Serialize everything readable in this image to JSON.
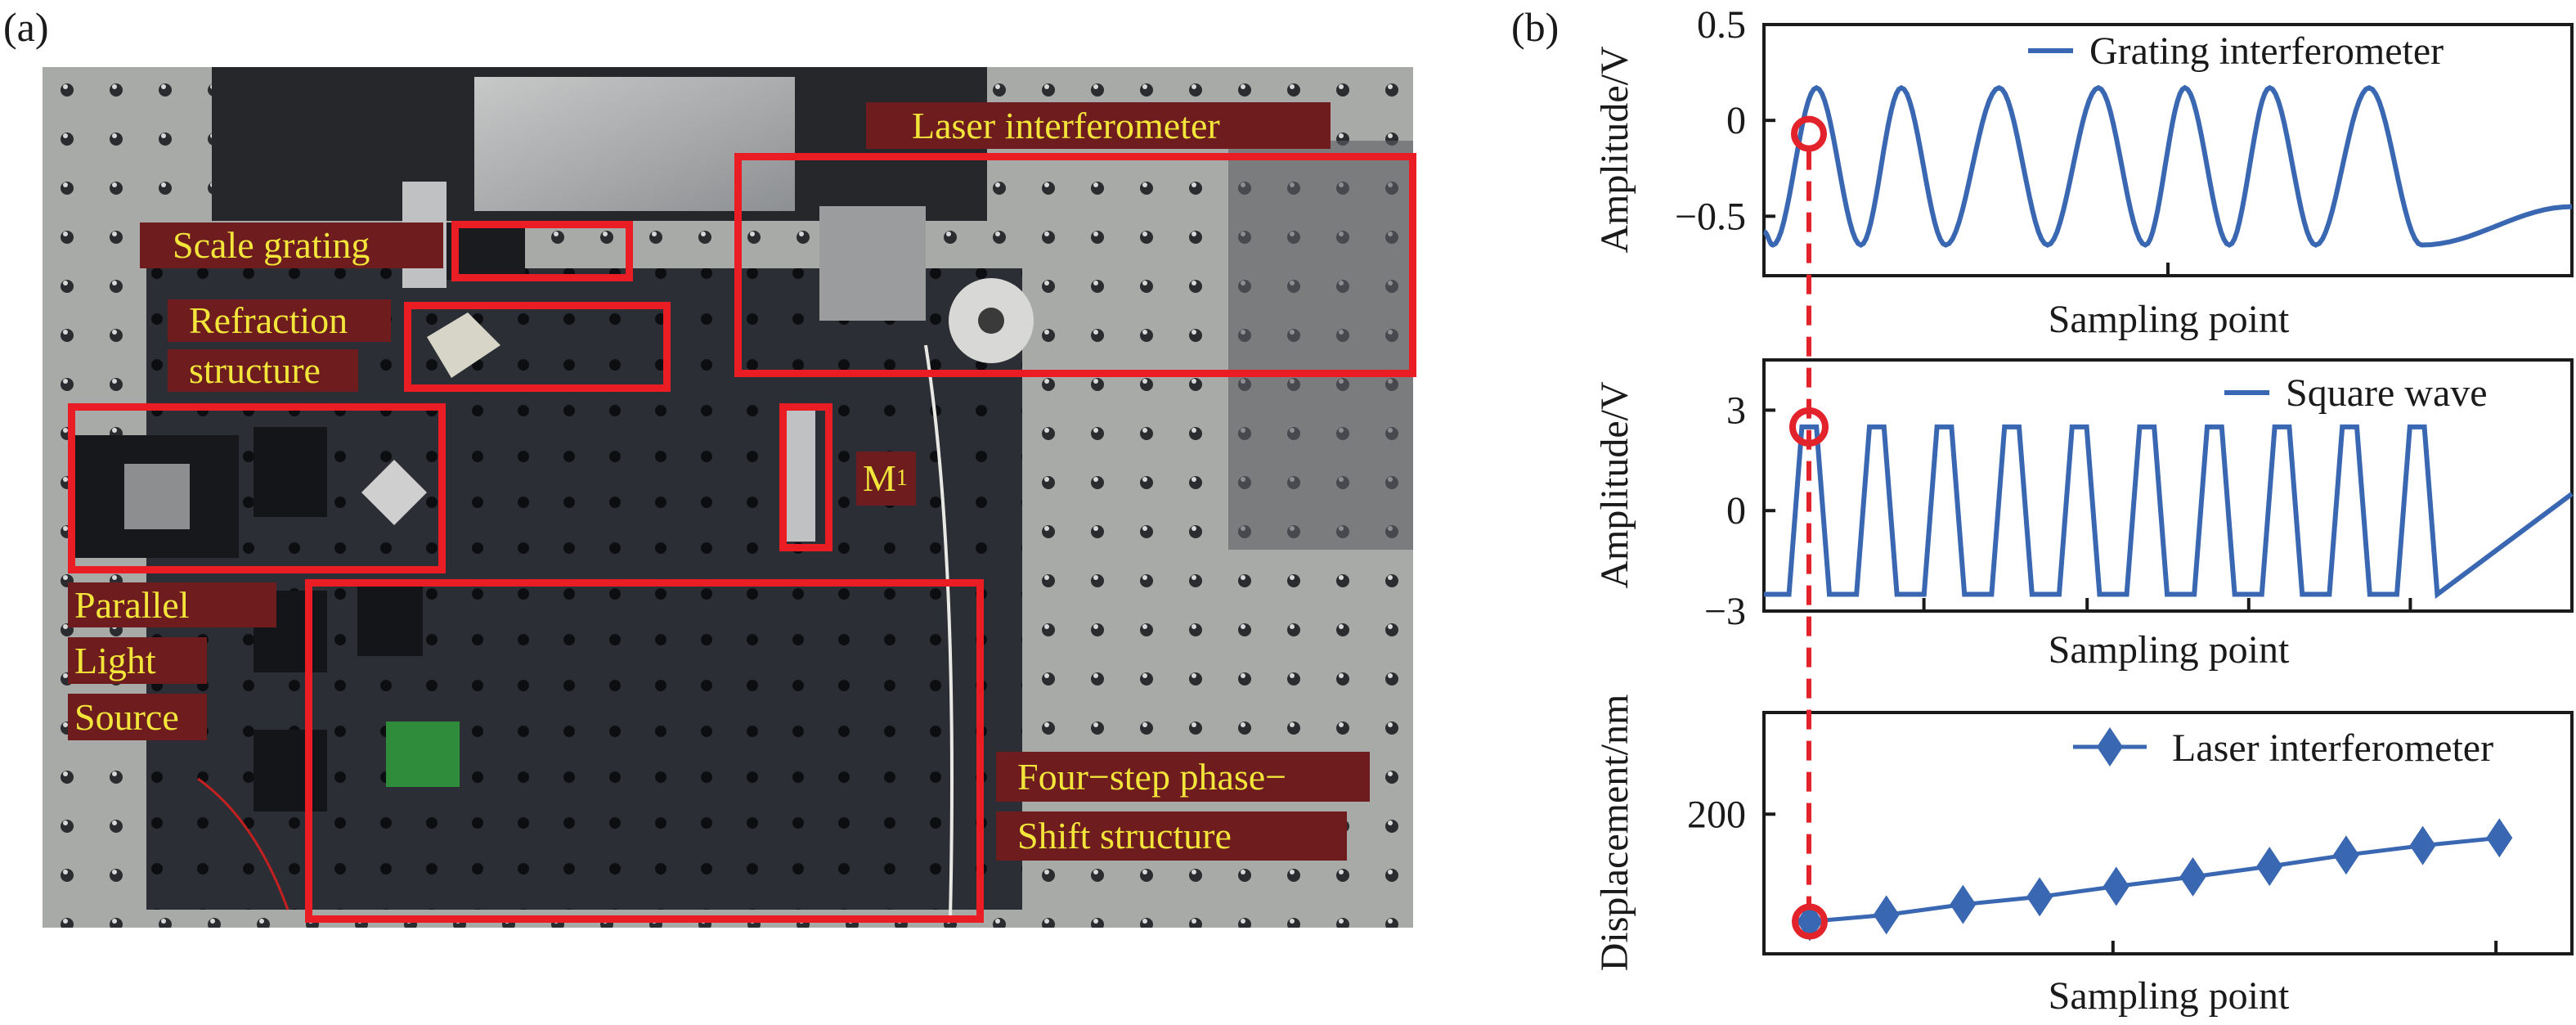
{
  "panels": {
    "a_tag": "(a)",
    "b_tag": "(b)"
  },
  "photo": {
    "description": "Experimental optical setup on breadboard",
    "labels": {
      "laser_interferometer": "Laser interferometer",
      "scale_grating": "Scale grating",
      "refraction_line1": "Refraction",
      "refraction_line2": "structure",
      "m1_main": "M",
      "m1_sub": "1",
      "parallel": "Parallel",
      "light": "Light",
      "source": "Source",
      "fourstep_line1": "Four−step phase−",
      "fourstep_line2": "Shift structure"
    },
    "colors": {
      "label_bg": "#6e1c1e",
      "label_text": "#f2e63a",
      "highlight_box": "#ea1c24"
    }
  },
  "chart_data": [
    {
      "type": "line",
      "title": "",
      "xlabel": "Sampling point",
      "ylabel": "Amplitude/V",
      "ylim": [
        -0.81,
        0.5
      ],
      "yticks": [
        0.5,
        0,
        -0.5
      ],
      "ytick_labels": [
        "0.5",
        "0",
        "−0.5"
      ],
      "xticks_count": 1,
      "legend": {
        "entries": [
          "Grating interferometer"
        ],
        "position": "top-right"
      },
      "series": [
        {
          "name": "Grating interferometer",
          "color": "#3a67b1",
          "shape": "sinusoid",
          "amplitude_max": 0.17,
          "amplitude_min": -0.65,
          "peaks_x": [
            0.065,
            0.17,
            0.291,
            0.414,
            0.521,
            0.626,
            0.749
          ],
          "troughs_x": [
            0.011,
            0.12,
            0.225,
            0.351,
            0.472,
            0.576,
            0.683,
            0.814
          ],
          "x_extent": [
            0,
            1
          ]
        }
      ],
      "marker_highlight": {
        "x": 0.046,
        "y": -0.07
      }
    },
    {
      "type": "line",
      "title": "",
      "xlabel": "Sampling point",
      "ylabel": "Amplitude/V",
      "ylim": [
        -3,
        4.5
      ],
      "yticks": [
        3,
        0,
        -3
      ],
      "ytick_labels": [
        "3",
        "0",
        "−3"
      ],
      "legend": {
        "entries": [
          "Square wave"
        ],
        "position": "top-right"
      },
      "series": [
        {
          "name": "Square wave",
          "color": "#3a67b1",
          "shape": "trapezoid",
          "high": 2.5,
          "low": -2.5,
          "cycles": 10,
          "first_rise_start_x": 0.031,
          "period_x": 0.0836,
          "rise_x": 0.016,
          "high_x": 0.018,
          "fall_x": 0.016
        }
      ],
      "marker_highlight": {
        "x": 0.046,
        "y": 2.5
      }
    },
    {
      "type": "line",
      "title": "",
      "xlabel": "Sampling point",
      "ylabel": "Displacement/nm",
      "ylim": [
        53,
        307
      ],
      "yticks": [
        200
      ],
      "ytick_labels": [
        "200"
      ],
      "legend": {
        "entries": [
          "Laser interferometer"
        ],
        "position": "top-right"
      },
      "series": [
        {
          "name": "Laser interferometer",
          "color": "#3a67b1",
          "marker": "diamond",
          "x": [
            1,
            2,
            3,
            4,
            5,
            6,
            7,
            8,
            9,
            10
          ],
          "values": [
            87,
            94,
            105,
            113,
            124,
            134,
            145,
            157,
            167,
            175
          ]
        }
      ],
      "marker_highlight": {
        "x": 1,
        "y": 87
      }
    }
  ],
  "guide": {
    "style": "dashed",
    "color": "#e3232b"
  }
}
